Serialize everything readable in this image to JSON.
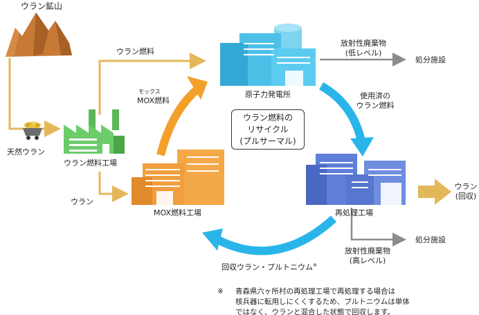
{
  "labels": {
    "mine": "ウラン鉱山",
    "natural_uranium": "天然ウラン",
    "conversion_plant": "ウラン燃料工場",
    "uranium_flow_top": "ウラン燃料",
    "uranium_flow_bottom": "ウラン",
    "mox_ruby": "モックス",
    "mox_fuel": "MOX燃料",
    "mox_plant": "MOX燃料工場",
    "power_plant": "原子力発電所",
    "spent_fuel_1": "使用済の",
    "spent_fuel_2": "ウラン燃料",
    "reprocessing_plant": "再処理工場",
    "recovered": "回収ウラン・プルトニウム",
    "recovered_mark": "※",
    "uranium_recovered_1": "ウラン",
    "uranium_recovered_2": "(回収)",
    "waste_low_1": "放射性廃棄物",
    "waste_low_2": "(低レベル)",
    "waste_high_1": "放射性廃棄物",
    "waste_high_2": "(高レベル)",
    "disposal_1": "処分施設",
    "disposal_2": "処分施設"
  },
  "center": {
    "line1": "ウラン燃料の",
    "line2": "リサイクル",
    "line3": "(プルサーマル)"
  },
  "note": {
    "mark": "※",
    "line1": "青森県六ヶ所村の再処理工場で再処理する場合は",
    "line2": "核兵器に転用しにくくするため、プルトニウムは単体",
    "line3": "ではなく、ウランと混合した状態で回収します。"
  },
  "colors": {
    "uranium_path": "#e3b85a",
    "mox_arrow": "#f3a02a",
    "cycle_arrow": "#29b5ea",
    "waste_arrow": "#8c8c8c",
    "mine": "#b86a2a",
    "conversion_plant": "#6ccc6a",
    "mox_plant": "#f29e3f",
    "power_plant": "#4dc0e8",
    "reprocessing_plant": "#5f7fd8"
  }
}
